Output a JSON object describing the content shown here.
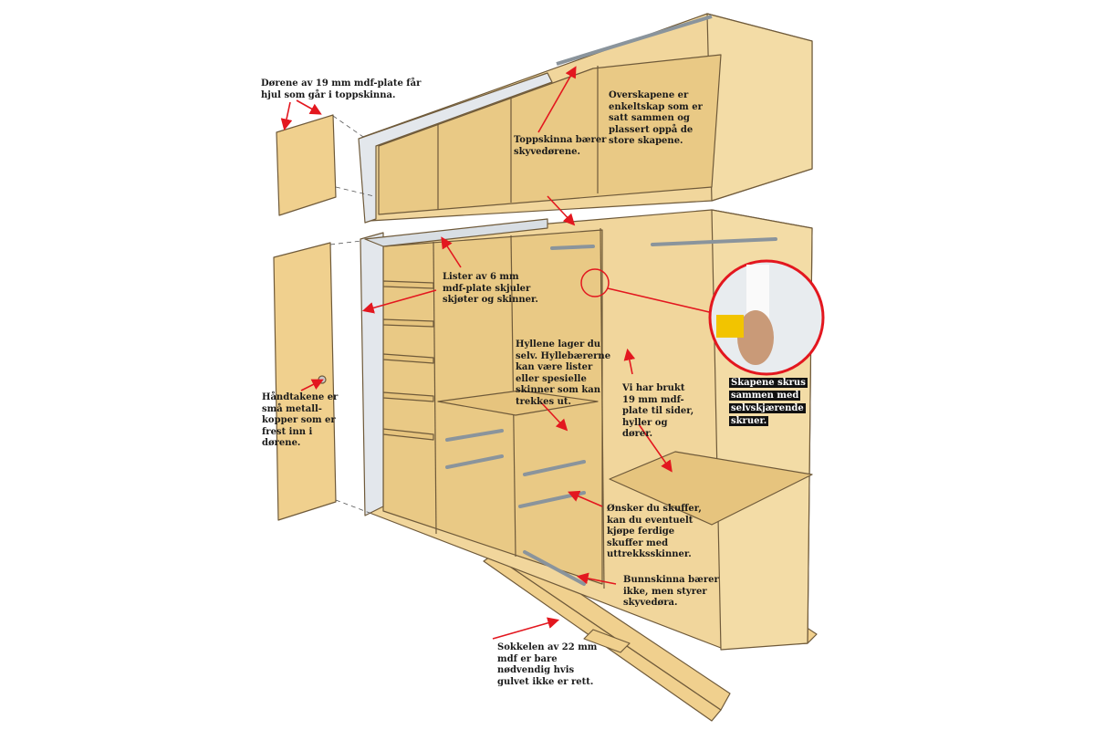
{
  "colors": {
    "wood": "#f1d69c",
    "wood_dark": "#e2bf7c",
    "edge": "#6f5a3a",
    "rail": "#b9c3cc",
    "arrow": "#e3171f",
    "inset_border": "#e3171f"
  },
  "annotations": {
    "doors": "Dørene av 19 mm mdf-plate får\nhjul som går i toppskinna.",
    "top_rail": "Toppskinna bærer\nskyvedørene.",
    "upper_cabinets": "Overskapene er\nenkeltskap som er\nsatt sammen og\nplassert oppå de\nstore skapene.",
    "strips": "Lister av 6 mm\nmdf-plate skjuler\nskjøter og skinner.",
    "handles": "Håndtakene er\nsmå metall-\nkopper som er\nfrest inn i\ndørene.",
    "shelves": "Hyllene lager du\nselv. Hyllebærerne\nkan være lister\neller spesielle\nskinner som kan\ntrekkes ut.",
    "mdf": "Vi har brukt\n19 mm mdf-\nplate til sider,\nhyller og\ndører.",
    "screws": "Skapene skrus\nsammen med\nselvskjærende\nskruer.",
    "drawers": "Ønsker du skuffer,\nkan du eventuelt\nkjøpe ferdige\nskuffer med\nuttrekksskinner.",
    "bottom_rail": "Bunnskinna bærer\nikke, men styrer\nskyvedøra.",
    "plinth": "Sokkelen av 22 mm\nmdf er bare\nnødvendig hvis\ngulvet ikke er rett."
  }
}
